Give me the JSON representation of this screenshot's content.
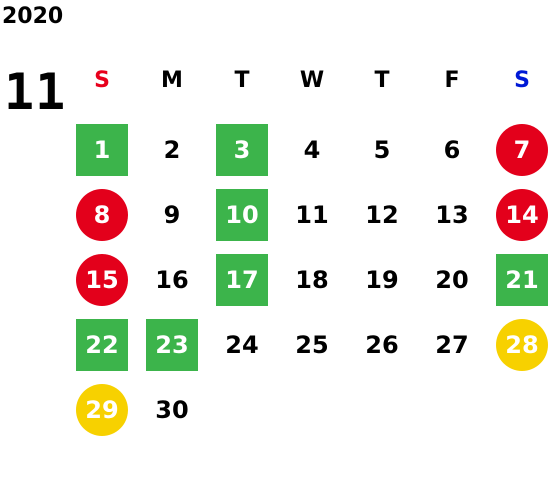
{
  "year": "2020",
  "month": "11",
  "weekdays": [
    {
      "label": "S",
      "color": "#e8001c"
    },
    {
      "label": "M",
      "color": "#000000"
    },
    {
      "label": "T",
      "color": "#000000"
    },
    {
      "label": "W",
      "color": "#000000"
    },
    {
      "label": "T",
      "color": "#000000"
    },
    {
      "label": "F",
      "color": "#000000"
    },
    {
      "label": "S",
      "color": "#0019d6"
    }
  ],
  "colors": {
    "green": "#3cb44b",
    "red": "#e3001b",
    "yellow": "#f7d100",
    "highlight_text": "#ffffff",
    "normal_text": "#000000"
  },
  "days": [
    {
      "day": "1",
      "style": "green-square"
    },
    {
      "day": "2",
      "style": "plain"
    },
    {
      "day": "3",
      "style": "green-square"
    },
    {
      "day": "4",
      "style": "plain"
    },
    {
      "day": "5",
      "style": "plain"
    },
    {
      "day": "6",
      "style": "plain"
    },
    {
      "day": "7",
      "style": "red-circle"
    },
    {
      "day": "8",
      "style": "red-circle"
    },
    {
      "day": "9",
      "style": "plain"
    },
    {
      "day": "10",
      "style": "green-square"
    },
    {
      "day": "11",
      "style": "plain"
    },
    {
      "day": "12",
      "style": "plain"
    },
    {
      "day": "13",
      "style": "plain"
    },
    {
      "day": "14",
      "style": "red-circle"
    },
    {
      "day": "15",
      "style": "red-circle"
    },
    {
      "day": "16",
      "style": "plain"
    },
    {
      "day": "17",
      "style": "green-square"
    },
    {
      "day": "18",
      "style": "plain"
    },
    {
      "day": "19",
      "style": "plain"
    },
    {
      "day": "20",
      "style": "plain"
    },
    {
      "day": "21",
      "style": "green-square"
    },
    {
      "day": "22",
      "style": "green-square"
    },
    {
      "day": "23",
      "style": "green-square"
    },
    {
      "day": "24",
      "style": "plain"
    },
    {
      "day": "25",
      "style": "plain"
    },
    {
      "day": "26",
      "style": "plain"
    },
    {
      "day": "27",
      "style": "plain"
    },
    {
      "day": "28",
      "style": "yellow-circle"
    },
    {
      "day": "29",
      "style": "yellow-circle"
    },
    {
      "day": "30",
      "style": "plain"
    }
  ]
}
